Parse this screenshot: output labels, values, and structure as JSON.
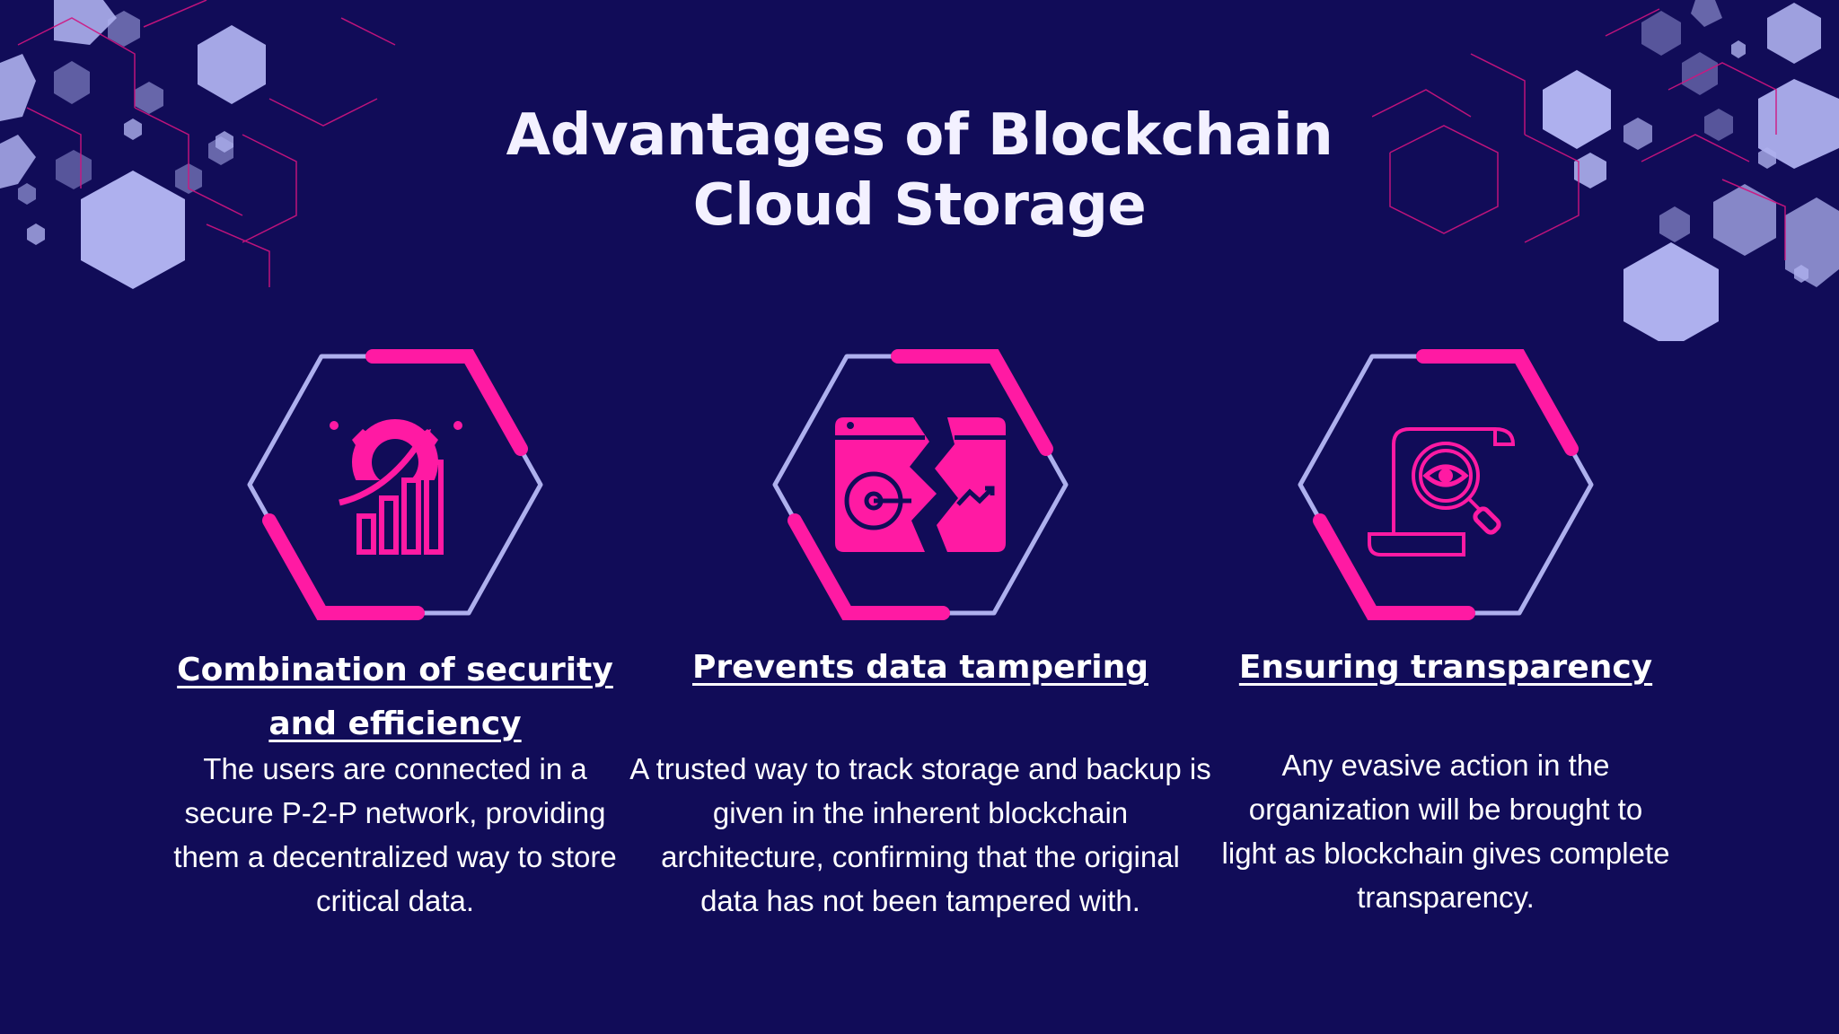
{
  "slide": {
    "title_line1": "Advantages of Blockchain",
    "title_line2": "Cloud Storage",
    "colors": {
      "background": "#110c58",
      "accent": "#ff1aa3",
      "hex_light": "#aeb0ee",
      "text": "#ffffff"
    }
  },
  "features": [
    {
      "icon": "gear-growth-chart-icon",
      "heading": "Combination of security and efficiency",
      "body": "The users are connected in a secure P-2-P network, providing them a decentralized way to store critical data."
    },
    {
      "icon": "broken-hard-drive-icon",
      "heading": "Prevents data tampering",
      "body": "A trusted way to track storage and backup is given in the inherent blockchain architecture, confirming that the original data has not been tampered with."
    },
    {
      "icon": "document-eye-search-icon",
      "heading": "Ensuring transparency",
      "body": "Any evasive action in the organization will be brought to light as blockchain gives complete transparency."
    }
  ]
}
